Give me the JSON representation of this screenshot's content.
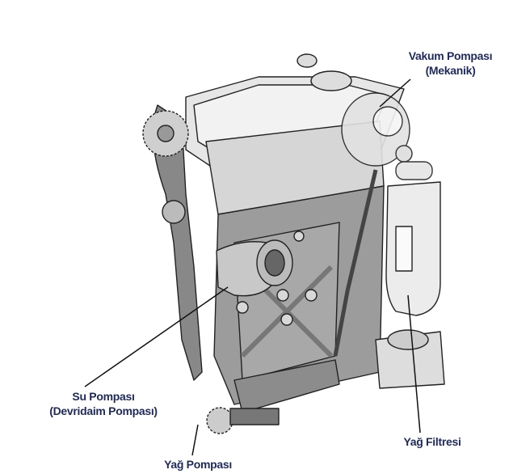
{
  "labels": {
    "vacuum_pump": {
      "line1": "Vakum Pompası",
      "line2": "(Mekanik)"
    },
    "water_pump": {
      "line1": "Su Pompası",
      "line2": "(Devridaim Pompası)"
    },
    "oil_filter": {
      "line1": "Yağ Filtresi"
    },
    "oil_pump": {
      "line1": "Yağ Pompası"
    }
  },
  "colors": {
    "label": "#1f2a5c"
  }
}
